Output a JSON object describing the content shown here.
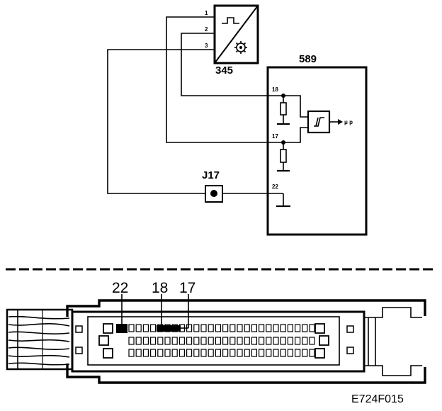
{
  "components": {
    "sensor": {
      "ref": "345",
      "pins": [
        "1",
        "2",
        "3"
      ]
    },
    "control_module": {
      "ref": "589",
      "pins": [
        "18",
        "17",
        "22"
      ],
      "output_label": "μ p"
    },
    "junction": {
      "ref": "J17"
    }
  },
  "connector": {
    "pin_labels": [
      "22",
      "18",
      "17"
    ]
  },
  "figure_code": "E724F015"
}
